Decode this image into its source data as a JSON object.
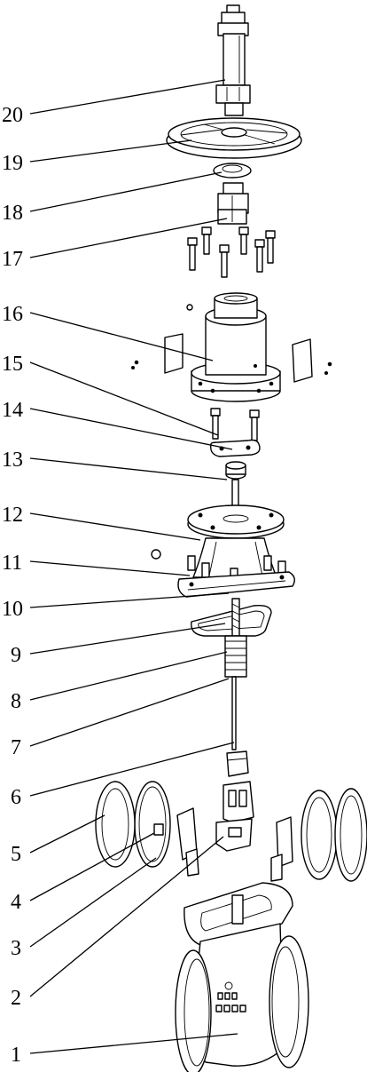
{
  "labels": [
    "20",
    "19",
    "18",
    "17",
    "16",
    "15",
    "14",
    "13",
    "12",
    "11",
    "10",
    "9",
    "8",
    "7",
    "6",
    "5",
    "4",
    "3",
    "2",
    "1"
  ]
}
